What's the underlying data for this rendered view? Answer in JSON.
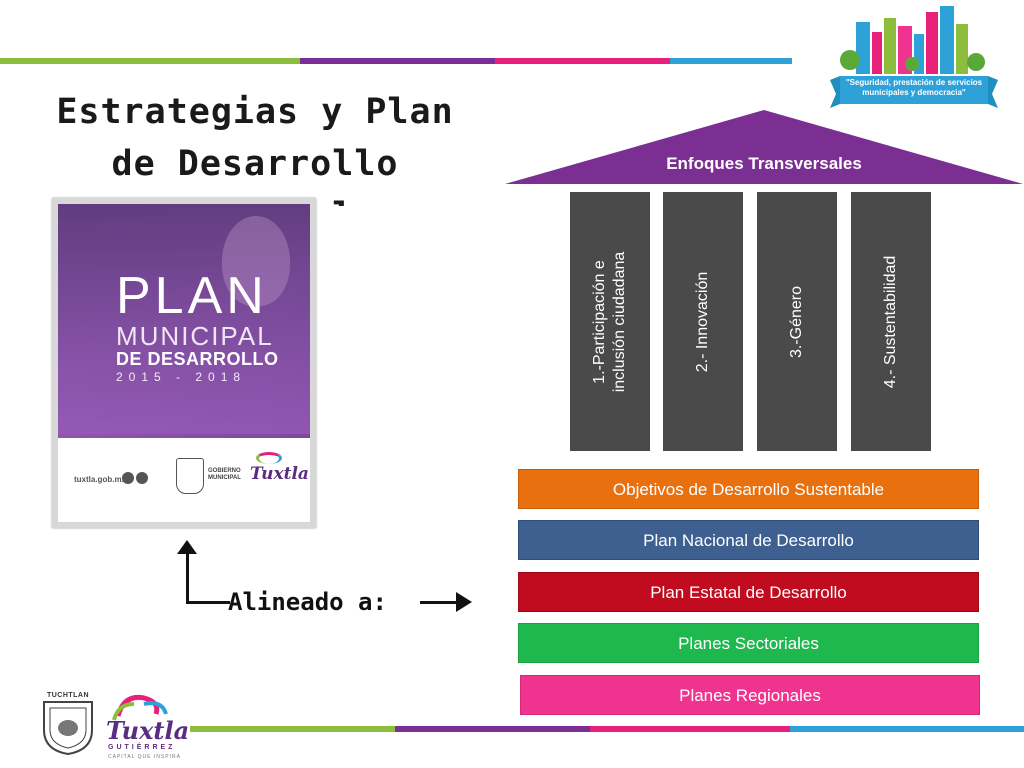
{
  "title": "Estrategias y Plan de Desarrollo Municipal",
  "cover": {
    "plan": "PLAN",
    "municipal": "MUNICIPAL",
    "desarrollo": "DE DESARROLLO",
    "years": "2015 - 2018",
    "url": "tuxtla.gob.mx",
    "gobierno": "GOBIERNO MUNICIPAL",
    "logo": "Tuxtla"
  },
  "aligned_label": "Alineado a:",
  "roof": {
    "title": "Enfoques Transversales",
    "color": "#7b2f93"
  },
  "pillars": [
    "1.-Participación e\ninclusión ciudadana",
    "2.- Innovación",
    "3.-Género",
    "4.- Sustentabilidad"
  ],
  "bands": [
    "Objetivos de Desarrollo Sustentable",
    "Plan Nacional de Desarrollo",
    "Plan Estatal de Desarrollo",
    "Planes Sectoriales",
    "Planes Regionales"
  ],
  "badge": {
    "text": "\"Seguridad, prestación de servicios municipales y democracia\""
  },
  "footer": {
    "seal_label": "TUCHTLAN",
    "logo_word": "Tuxtla",
    "logo_sub": "GUTIÉRREZ",
    "logo_tag": "CAPITAL QUE INSPIRA"
  },
  "colors": {
    "green": "#8dbd3c",
    "purple": "#7b2f93",
    "pink": "#e7207a",
    "blue": "#2ea2d8",
    "pillar": "#4a4a4a",
    "band_orange": "#e8700f",
    "band_navy": "#3d6091",
    "band_red": "#c00c1e",
    "band_green": "#1fb84f",
    "band_pink": "#f0338f"
  }
}
